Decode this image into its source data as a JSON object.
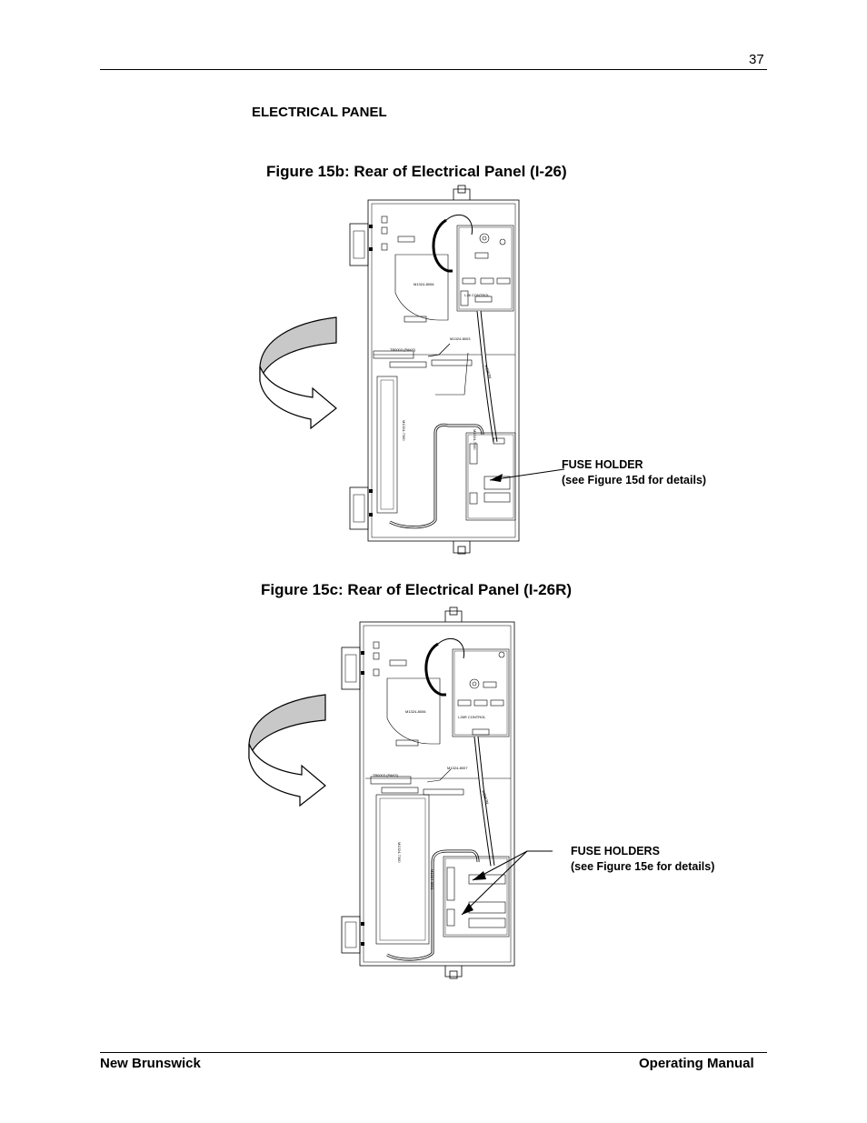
{
  "header": {
    "page_number": "37"
  },
  "section_title": "ELECTRICAL PANEL",
  "figure_b": {
    "title": "Figure 15b:  Rear of Electrical Panel (I-26)",
    "callout_line1": "FUSE HOLDER",
    "callout_line2": "(see Figure 15d for details)"
  },
  "figure_c": {
    "title": "Figure 15c:  Rear of Electrical Panel (I-26R)",
    "callout_line1": "FUSE HOLDERS",
    "callout_line2": "(see Figure 15e for details)"
  },
  "footer": {
    "left": "New Brunswick",
    "right": "Operating Manual"
  }
}
